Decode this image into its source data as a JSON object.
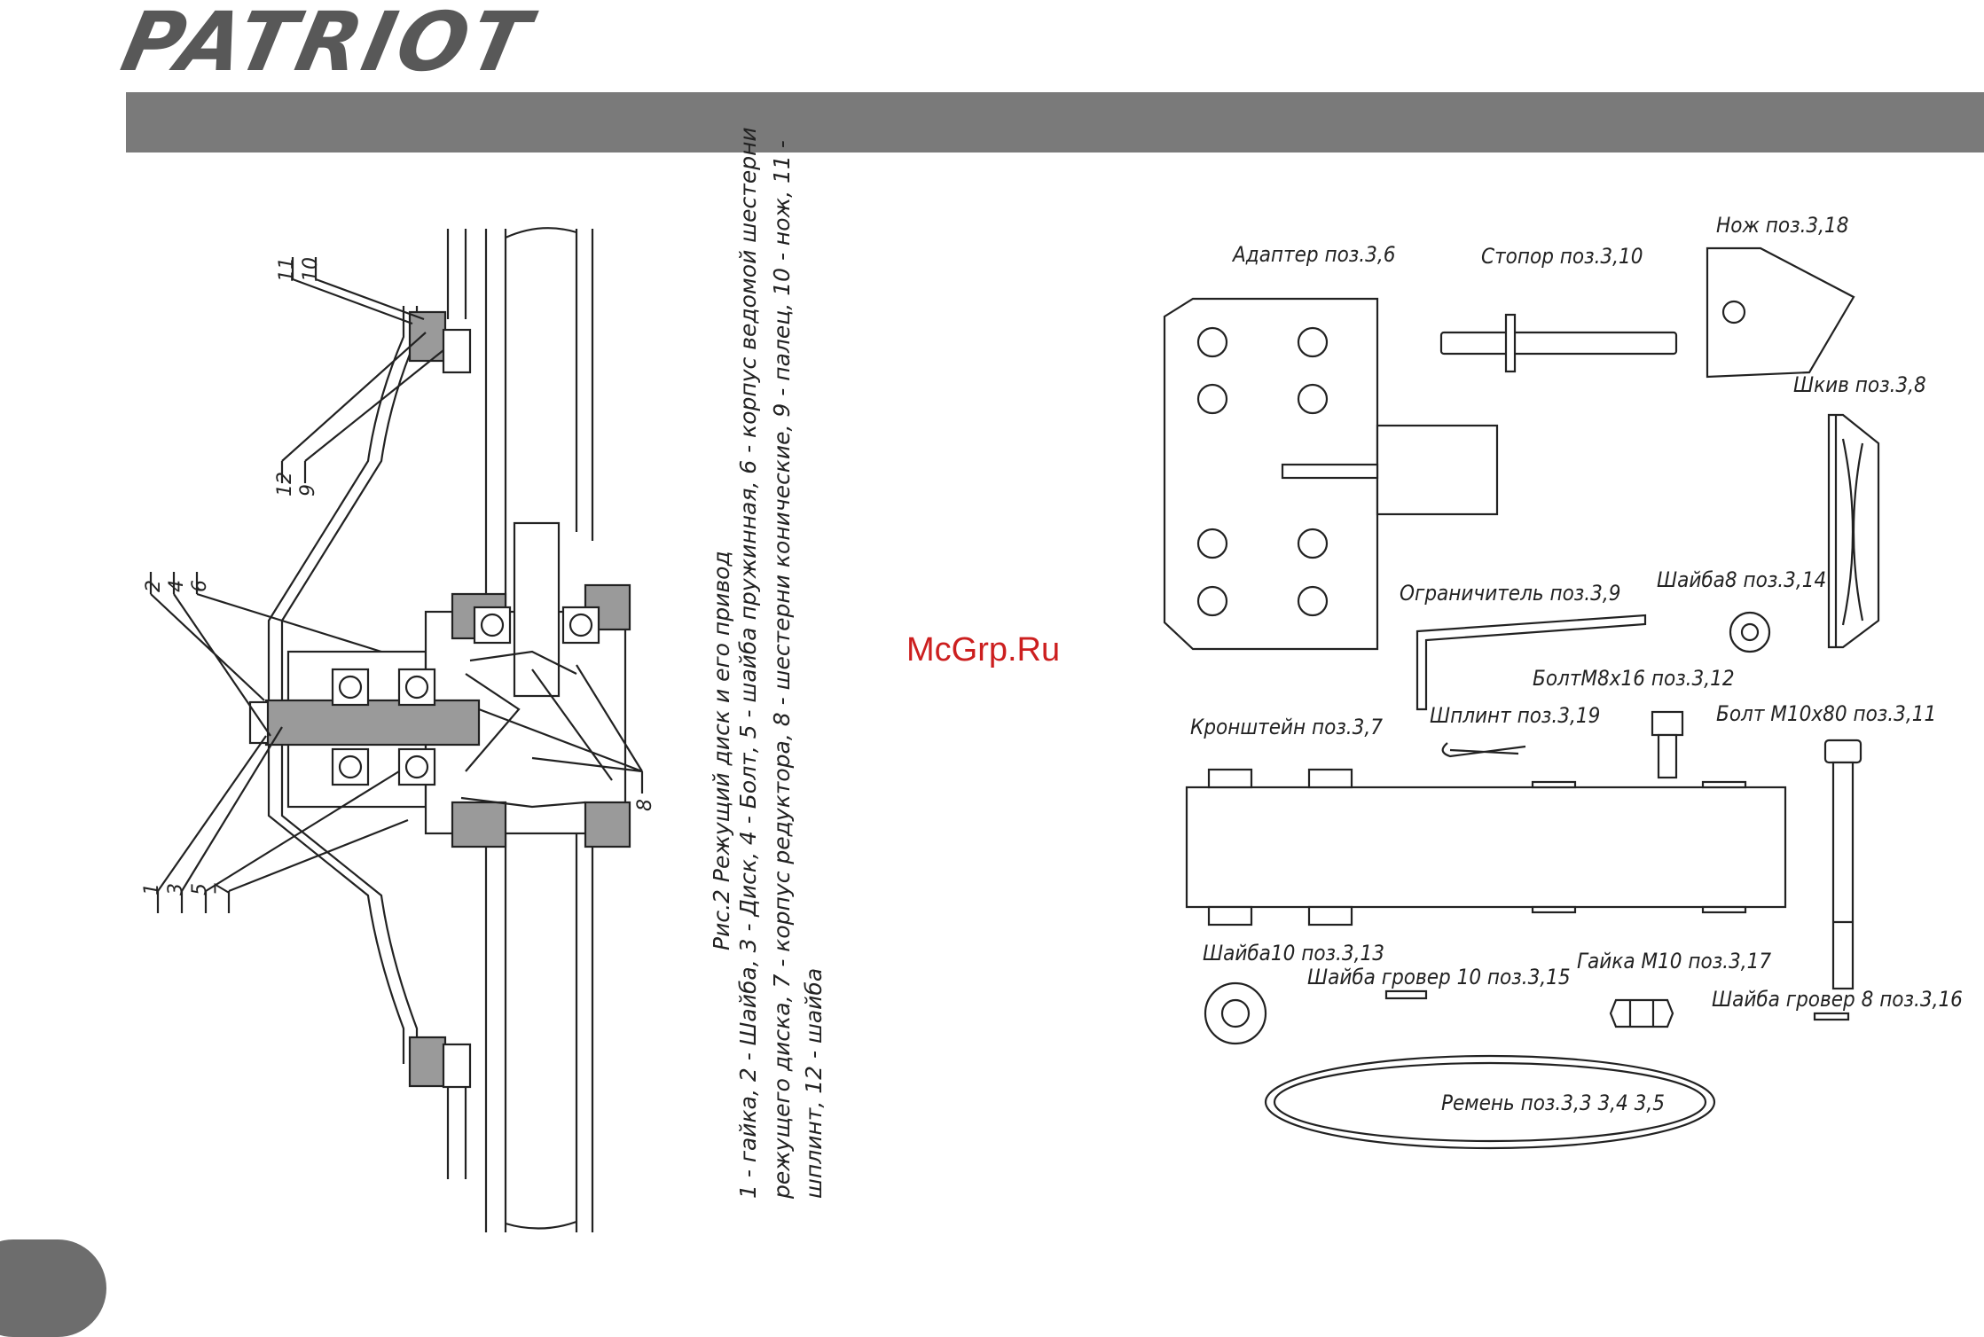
{
  "header": {
    "brand": "PATRIOT"
  },
  "watermark": "McGrp.Ru",
  "figure": {
    "caption": "Рис.2 Режущий диск и его привод",
    "legend_line1": "1 - гайка, 2 - Шайба, 3 - Диск, 4 - Болт, 5 - шайба пружинная, 6 - корпус ведомой шестерни",
    "legend_line2": "режущего диска, 7 - корпус редуктора, 8 - шестерни конические, 9 - палец, 10 - нож, 11 -",
    "legend_line3": "шплинт, 12 - шайба",
    "callouts": [
      "1",
      "2",
      "3",
      "4",
      "5",
      "6",
      "7",
      "8",
      "9",
      "10",
      "11",
      "12"
    ]
  },
  "parts": {
    "adapter": "Адаптер поз.3,6",
    "stopper": "Стопор поз.3,10",
    "knife": "Нож поз.3,18",
    "pulley": "Шкив поз.3,8",
    "limiter": "Ограничитель поз.3,9",
    "washer8": "Шайба8 поз.3,14",
    "bolt_m8": "БолтМ8х16 поз.3,12",
    "bracket": "Кронштейн поз.3,7",
    "cotter": "Шплинт поз.3,19",
    "bolt_m10": "Болт М10х80 поз.3,11",
    "washer10": "Шайба10 поз.3,13",
    "nut_m10": "Гайка М10 поз.3,17",
    "grover10": "Шайба гровер 10 поз.3,15",
    "grover8": "Шайба гровер 8 поз.3,16",
    "belt": "Ремень поз.3,3 3,4 3,5"
  }
}
